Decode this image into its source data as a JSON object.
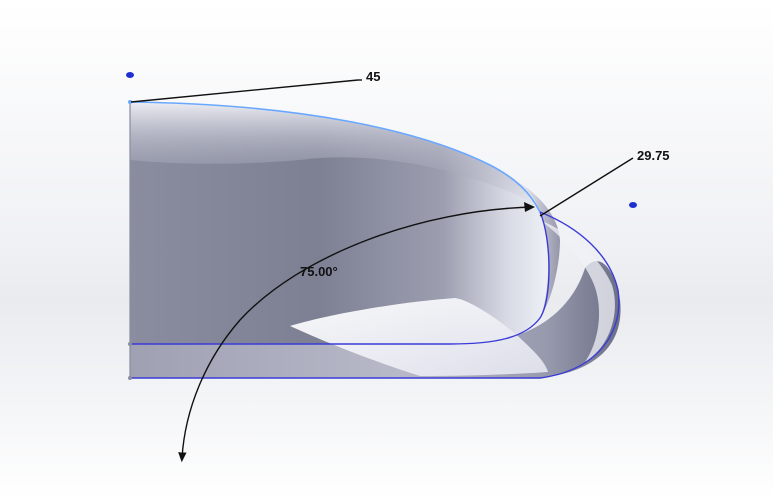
{
  "dimensions": {
    "top_length": "45",
    "right_length": "29.75",
    "sweep_angle": "75.00°"
  },
  "colors": {
    "background_light": "#f2f3f5",
    "background_mid": "#e9ebee",
    "body_dark": "#7c7f92",
    "body_mid": "#a9abbb",
    "body_light": "#e6e7ef",
    "highlight": "#f4f5fb",
    "edge_blue": "#3a3ad8",
    "selected_edge": "#6aa8ff",
    "handle_blue": "#1f2fd0",
    "dimension_line": "#111111"
  }
}
